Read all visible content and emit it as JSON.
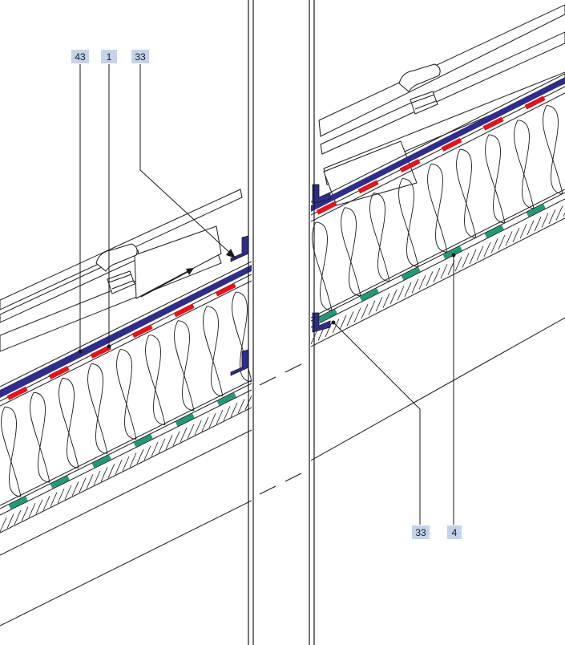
{
  "callouts": {
    "c43": "43",
    "c1": "1",
    "c33_top": "33",
    "c33_bottom": "33",
    "c4": "4"
  },
  "colors": {
    "blue_membrane": "#2f2d8a",
    "red_strip": "#e0151b",
    "green_vapour": "#1f9a78",
    "callout_fill": "#c3d3ea",
    "line": "#1a1a1a"
  }
}
